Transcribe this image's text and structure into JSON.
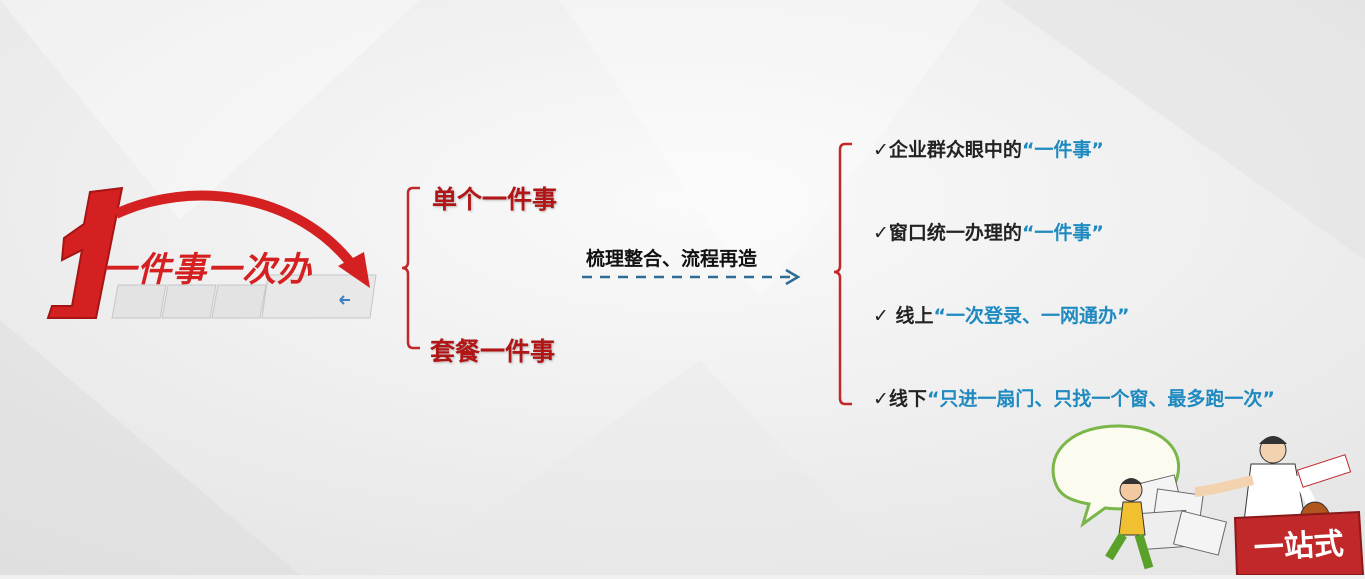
{
  "logo": {
    "numeral": "1",
    "text": "一件事一次办"
  },
  "branches": {
    "top": "单个一件事",
    "bottom": "套餐一件事"
  },
  "arrow_label": "梳理整合、流程再造",
  "list": [
    {
      "check": "✓",
      "prefix": "企业群众眼中的",
      "quote": "“一件事”"
    },
    {
      "check": "✓",
      "prefix": "窗口统一办理的",
      "quote": "“一件事”"
    },
    {
      "check": "✓",
      "prefix": " 线上",
      "quote": "“一次登录、一网通办”"
    },
    {
      "check": "✓",
      "prefix": "线下",
      "quote": "“只进一扇门、只找一个窗、最多跑一次”"
    }
  ],
  "cartoon": {
    "sign": "一站式"
  },
  "colors": {
    "red": "#b11515",
    "blue": "#1f8ac0",
    "arrow": "#2e6c93",
    "bracket": "#c0282a"
  }
}
